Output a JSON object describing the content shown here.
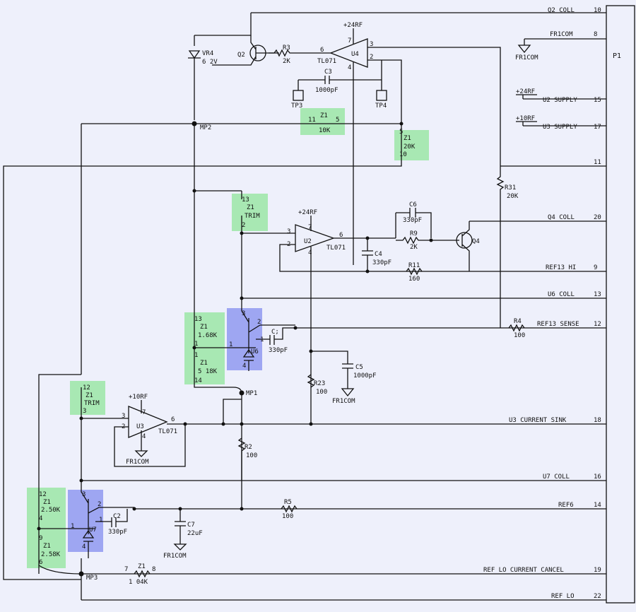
{
  "connector": {
    "ref": "P1"
  },
  "pins": [
    {
      "name": "Q2 COLL",
      "num": "10"
    },
    {
      "name": "FR1COM",
      "num": "8"
    },
    {
      "name": "U2 SUPPLY",
      "num": "15"
    },
    {
      "name": "U3 SUPPLY",
      "num": "17"
    },
    {
      "name": "",
      "num": "11"
    },
    {
      "name": "Q4 COLL",
      "num": "20"
    },
    {
      "name": "REF13 HI",
      "num": "9"
    },
    {
      "name": "U6 COLL",
      "num": "13"
    },
    {
      "name": "REF13 SENSE",
      "num": "12"
    },
    {
      "name": "U3 CURRENT SINK",
      "num": "18"
    },
    {
      "name": "U7 COLL",
      "num": "16"
    },
    {
      "name": "REF6",
      "num": "14"
    },
    {
      "name": "REF LO CURRENT CANCEL",
      "num": "19"
    },
    {
      "name": "REF LO",
      "num": "22"
    }
  ],
  "power": {
    "p24": "+24RF",
    "p10": "+10RF",
    "com": "FR1COM"
  },
  "opamps": {
    "u4": {
      "ref": "U4",
      "part": "TL071",
      "p7": "7",
      "p6": "6",
      "p4": "4",
      "p3": "3",
      "p2": "2"
    },
    "u2": {
      "ref": "U2",
      "part": "TL071",
      "p3": "3",
      "p2": "2",
      "p6": "6",
      "p7": "7",
      "p4": "4"
    },
    "u3": {
      "ref": "U3",
      "part": "TL071",
      "p3": "3",
      "p2": "2",
      "p6": "6",
      "p7": "7",
      "p4": "4"
    }
  },
  "parts": {
    "vr4": {
      "ref": "VR4",
      "val": "6 2V"
    },
    "q2": {
      "ref": "Q2"
    },
    "q4": {
      "ref": "Q4"
    },
    "r3": {
      "ref": "R3",
      "val": "2K"
    },
    "c3": {
      "ref": "C3",
      "val": "1000pF"
    },
    "tp3": {
      "ref": "TP3"
    },
    "tp4": {
      "ref": "TP4"
    },
    "mp2": {
      "ref": "MP2"
    },
    "mp1": {
      "ref": "MP1"
    },
    "mp3": {
      "ref": "MP3"
    },
    "r31": {
      "ref": "R31",
      "val": "20K"
    },
    "c6": {
      "ref": "C6",
      "val": "330pF"
    },
    "r9": {
      "ref": "R9",
      "val": "2K"
    },
    "c4": {
      "ref": "C4",
      "val": "330pF"
    },
    "r11": {
      "ref": "R11",
      "val": "160"
    },
    "r4": {
      "ref": "R4",
      "val": "100"
    },
    "c1": {
      "ref": "C;",
      "val": "330pF"
    },
    "u6": {
      "ref": "U6",
      "p3": "3",
      "p2": "2",
      "p1": "1",
      "p4": "4"
    },
    "c5": {
      "ref": "C5",
      "val": "1000pF"
    },
    "r23": {
      "ref": "R23",
      "val": "100"
    },
    "r2": {
      "ref": "R2",
      "val": "100"
    },
    "r5": {
      "ref": "R5",
      "val": "100"
    },
    "c2": {
      "ref": "C2",
      "val": "330pF"
    },
    "c7": {
      "ref": "C7",
      "val": "22uF"
    },
    "u7": {
      "ref": "U7",
      "p3": "3",
      "p2": "2",
      "p1": "1",
      "p4": "4"
    }
  },
  "z1": {
    "top": {
      "a": "11",
      "ref": "Z1",
      "b": "5",
      "val": "10K"
    },
    "r20k": {
      "a": "5",
      "ref": "Z1",
      "val": "20K",
      "b": "10"
    },
    "trim_u2": {
      "a": "13",
      "ref": "Z1",
      "val": "TRIM",
      "b": "2"
    },
    "r168": {
      "a": "13",
      "ref": "Z1",
      "val": "1.68K",
      "b": "1"
    },
    "r518": {
      "a": "1",
      "ref": "Z1",
      "val": "5 18K",
      "b": "14"
    },
    "trim_u3": {
      "a": "12",
      "ref": "Z1",
      "val": "TRIM",
      "b": "3"
    },
    "r250": {
      "a": "12",
      "ref": "Z1",
      "val": "2.50K",
      "b": "4"
    },
    "r258": {
      "a": "9",
      "ref": "Z1",
      "val": "2.58K",
      "b": "6"
    },
    "r104": {
      "a": "7",
      "ref": "Z1",
      "b": "8",
      "val": "1 04K"
    }
  }
}
